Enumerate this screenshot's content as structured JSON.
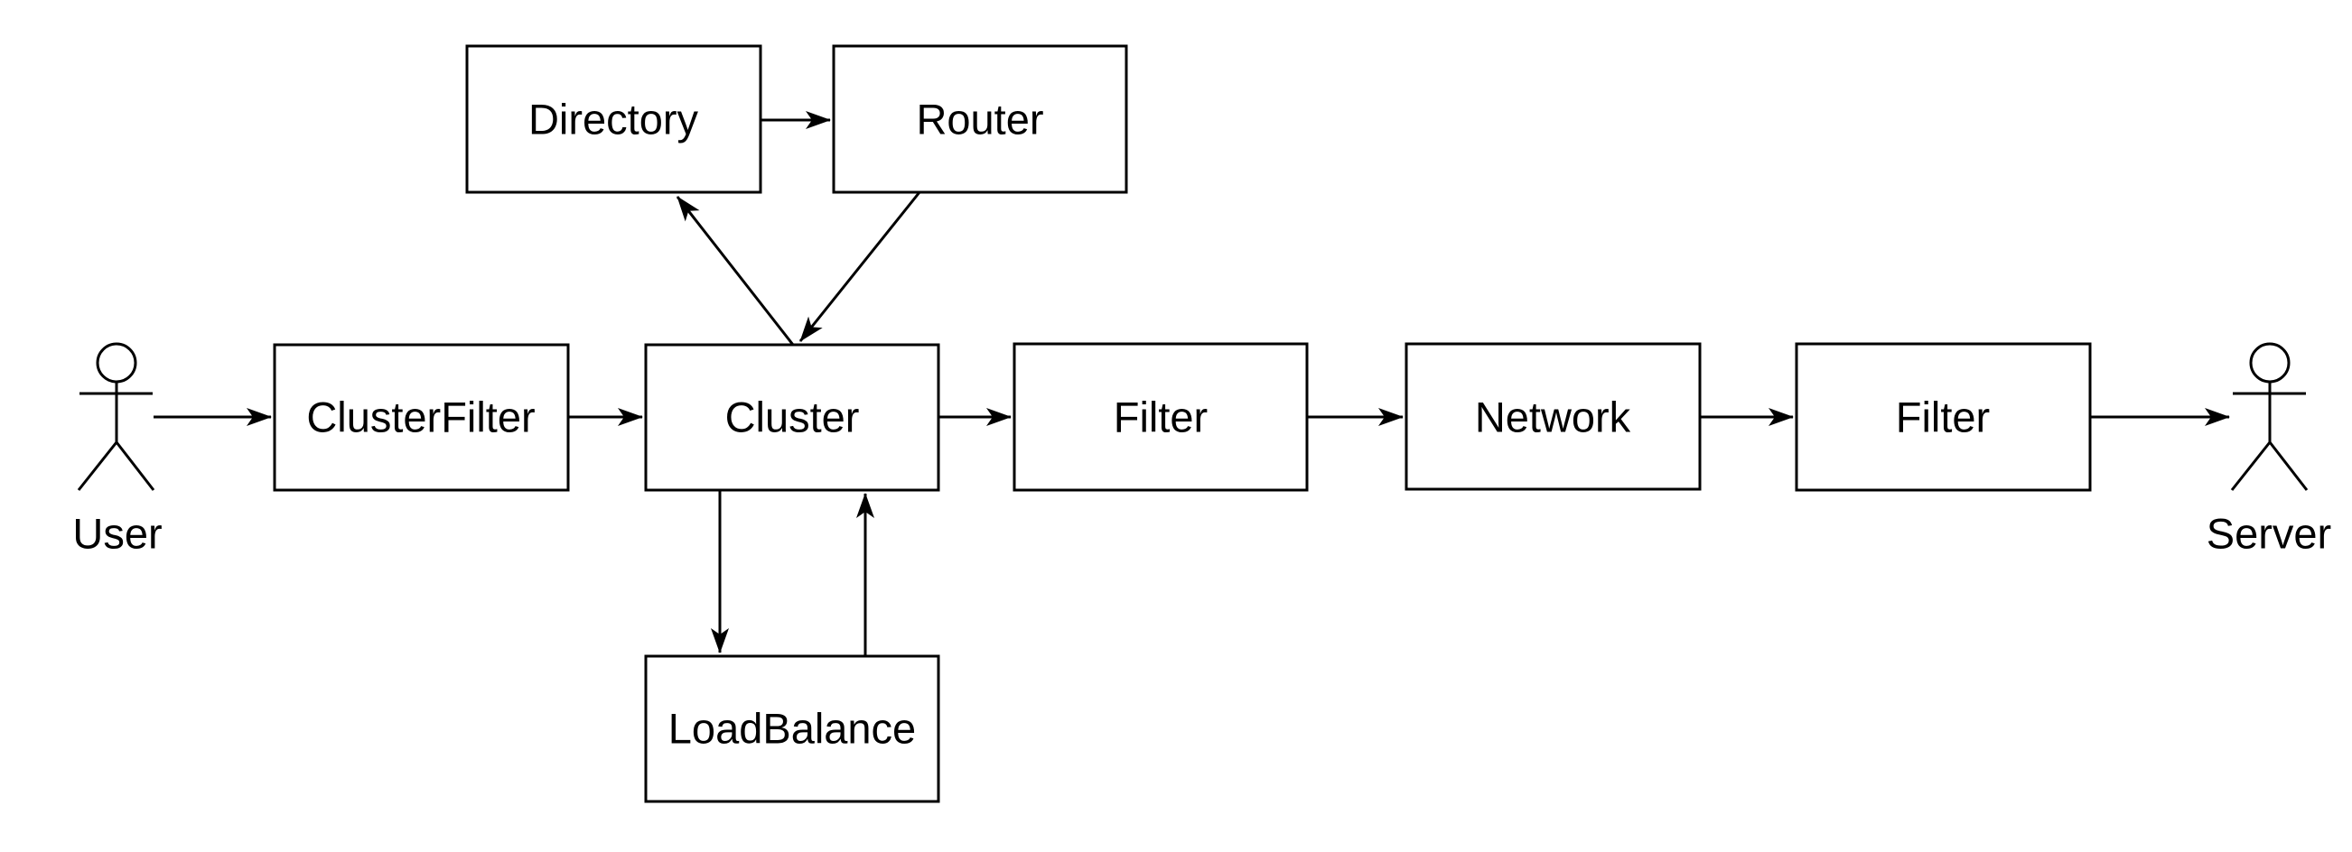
{
  "diagram": {
    "type": "flow-diagram",
    "colors": {
      "background": "#ffffff",
      "stroke": "#000000",
      "text": "#000000",
      "node_fill": "#ffffff"
    },
    "actors": {
      "user": {
        "label": "User"
      },
      "server": {
        "label": "Server"
      }
    },
    "nodes": {
      "directory": {
        "label": "Directory"
      },
      "router": {
        "label": "Router"
      },
      "cluster_filter": {
        "label": "ClusterFilter"
      },
      "cluster": {
        "label": "Cluster"
      },
      "filter_1": {
        "label": "Filter"
      },
      "network": {
        "label": "Network"
      },
      "filter_2": {
        "label": "Filter"
      },
      "load_balance": {
        "label": "LoadBalance"
      }
    },
    "edges": [
      {
        "from": "User",
        "to": "ClusterFilter",
        "direction": "right"
      },
      {
        "from": "ClusterFilter",
        "to": "Cluster",
        "direction": "right"
      },
      {
        "from": "Cluster",
        "to": "Filter",
        "direction": "right"
      },
      {
        "from": "Filter",
        "to": "Network",
        "direction": "right"
      },
      {
        "from": "Network",
        "to": "Filter",
        "direction": "right"
      },
      {
        "from": "Filter",
        "to": "Server",
        "direction": "right"
      },
      {
        "from": "Cluster",
        "to": "Directory",
        "direction": "up-left"
      },
      {
        "from": "Directory",
        "to": "Router",
        "direction": "right"
      },
      {
        "from": "Router",
        "to": "Cluster",
        "direction": "down-left"
      },
      {
        "from": "Cluster",
        "to": "LoadBalance",
        "direction": "down"
      },
      {
        "from": "LoadBalance",
        "to": "Cluster",
        "direction": "up"
      }
    ]
  }
}
